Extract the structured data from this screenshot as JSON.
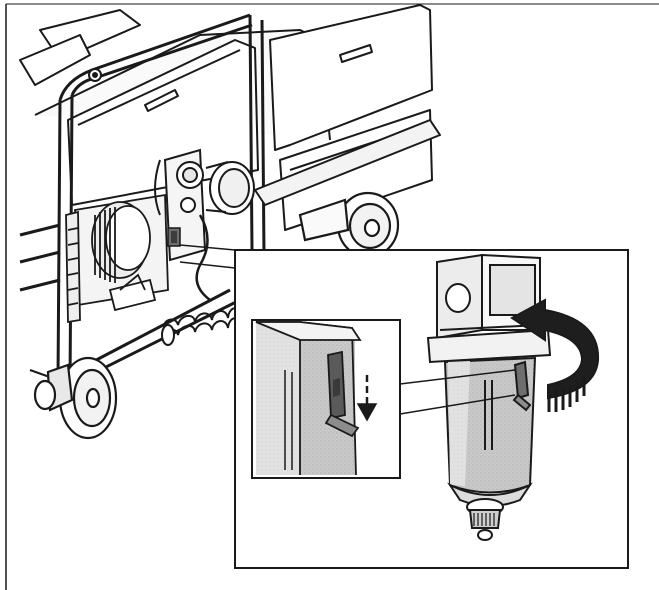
{
  "figure": {
    "kind": "technical-line-illustration",
    "depicts": "mobile-machine-with-compressed-air-filter-removal-detail",
    "colors": {
      "line": "#1a1a1a",
      "paper": "#ffffff",
      "shade_light": "#d9d9d9",
      "shade_mid": "#b3b3b3",
      "shade_dark": "#8c8c8c"
    },
    "elements": {
      "main_machine": "machine-body",
      "detail_callout": "filter-detail-inset",
      "zoom_inset": "latch-zoom-inset",
      "rotation_arrow": "rotate-arrow-icon",
      "press_arrow": "press-down-arrow-icon"
    }
  }
}
